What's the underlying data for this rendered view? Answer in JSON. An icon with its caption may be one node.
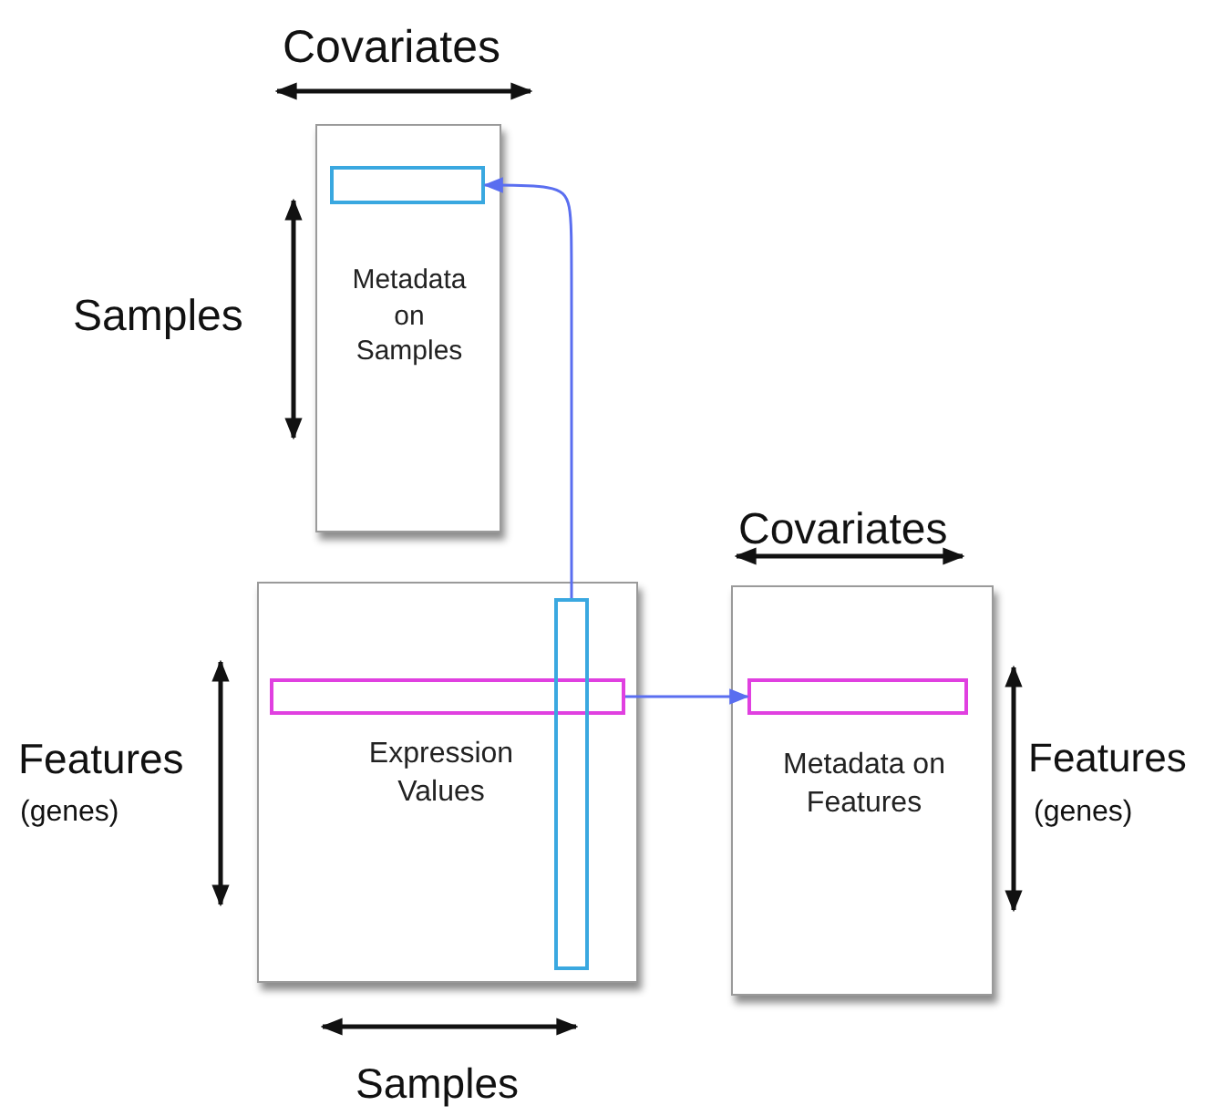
{
  "diagram": {
    "nodes": [
      {
        "text": [
          "Metadata on Samples"
        ]
      },
      {
        "text": [],
        "shape": "box",
        "in": 0
      },
      {
        "text": [
          "Expression Values"
        ]
      },
      {
        "text": [],
        "shape": "box",
        "in": 2
      },
      {
        "text": [],
        "shape": "box",
        "in": 2
      },
      {
        "text": [
          "Metadata on Features"
        ]
      },
      {
        "text": [],
        "shape": "box",
        "in": 5
      }
    ],
    "edges": [
      {
        "from": 4,
        "to": 1,
        "arrow": "to"
      },
      {
        "from": 3,
        "to": 6,
        "arrow": "to"
      }
    ],
    "labels": [
      "Covariates",
      "Samples",
      "Covariates",
      "Features",
      "(genes)",
      "Features",
      "(genes)",
      "Samples"
    ]
  }
}
